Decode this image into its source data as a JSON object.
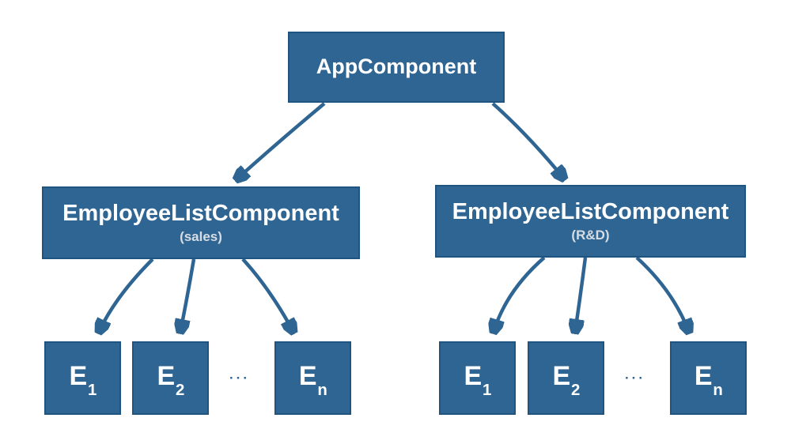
{
  "nodes": {
    "app": {
      "label": "AppComponent"
    },
    "sales_list": {
      "title": "EmployeeListComponent",
      "subtitle": "(sales)"
    },
    "rd_list": {
      "title": "EmployeeListComponent",
      "subtitle": "(R&D)"
    },
    "sales_employees": [
      {
        "base": "E",
        "sub": "1"
      },
      {
        "base": "E",
        "sub": "2"
      },
      {
        "base": "E",
        "sub": "n"
      }
    ],
    "rd_employees": [
      {
        "base": "E",
        "sub": "1"
      },
      {
        "base": "E",
        "sub": "2"
      },
      {
        "base": "E",
        "sub": "n"
      }
    ],
    "sales_ellipsis": "···",
    "rd_ellipsis": "···"
  },
  "colors": {
    "node_fill": "#2F6593",
    "node_border": "#1F5380",
    "arrow": "#2F6593",
    "title_text": "#FFFFFF",
    "subtitle_text": "#D8DDE3",
    "background": "#FFFFFF"
  }
}
